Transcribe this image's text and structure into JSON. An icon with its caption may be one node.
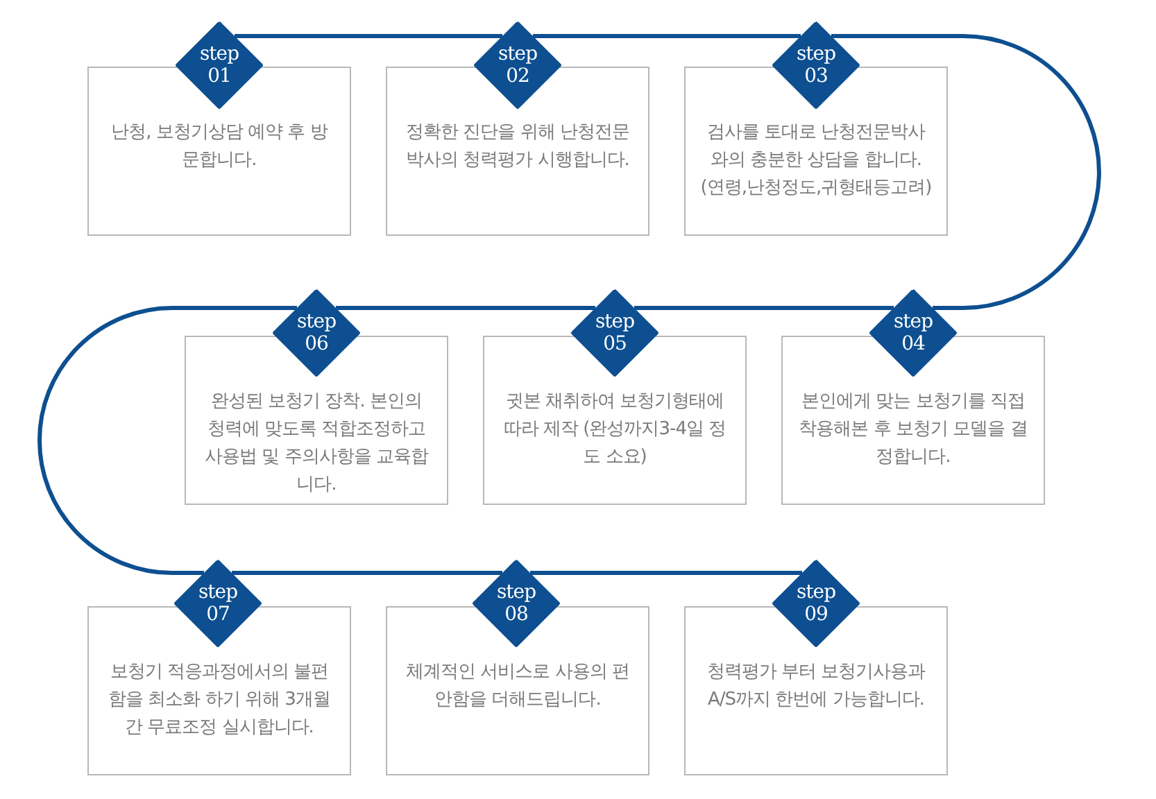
{
  "diagram": {
    "nodes": [
      {
        "text": [
          "step 01"
        ]
      },
      {
        "text": [
          "난청, 보청기상담 예약 후 방문합니다."
        ]
      },
      {
        "text": [
          "step 02"
        ]
      },
      {
        "text": [
          "정확한 진단을 위해 난청전문박사의 청력평가 시행합니다."
        ]
      },
      {
        "text": [
          "step 03"
        ]
      },
      {
        "text": [
          "검사를 토대로 난청전문박사 와의 충분한 상담을 합니다. (연령,난청정도,귀형태등고려)"
        ]
      },
      {
        "text": [
          "step 04"
        ]
      },
      {
        "text": [
          "본인에게 맞는 보청기를 직접 착용해본 후 보청기 모델을 결정합니다."
        ]
      },
      {
        "text": [
          "step 05"
        ]
      },
      {
        "text": [
          "귓본 채취하여 보청기형태에 따라 제작 (완성까지3-4일 정도 소요)"
        ]
      },
      {
        "text": [
          "step 06"
        ]
      },
      {
        "text": [
          "완성된 보청기 장착. 본인의 청력에 맞도록 적합조정하고 사용법 및 주의사항을 교육합니다."
        ]
      },
      {
        "text": [
          "step 07"
        ]
      },
      {
        "text": [
          "보청기 적응과정에서의 불편함을 최소화 하기 위해 3개월간 무료조정 실시합니다."
        ]
      },
      {
        "text": [
          "step 08"
        ]
      },
      {
        "text": [
          "체계적인 서비스로 사용의 편안함을 더해드립니다."
        ]
      },
      {
        "text": [
          "step 09"
        ]
      },
      {
        "text": [
          "청력평가 부터 보청기사용과 A/S까지 한번에 가능합니다."
        ]
      }
    ],
    "edges": [
      {
        "from": 0,
        "to": 2,
        "arrow": "none"
      },
      {
        "from": 2,
        "to": 4,
        "arrow": "none"
      },
      {
        "from": 4,
        "to": 6,
        "arrow": "none"
      },
      {
        "from": 6,
        "to": 8,
        "arrow": "none"
      },
      {
        "from": 8,
        "to": 10,
        "arrow": "none"
      },
      {
        "from": 10,
        "to": 12,
        "arrow": "none"
      },
      {
        "from": 12,
        "to": 14,
        "arrow": "none"
      },
      {
        "from": 14,
        "to": 16,
        "arrow": "none"
      }
    ]
  }
}
